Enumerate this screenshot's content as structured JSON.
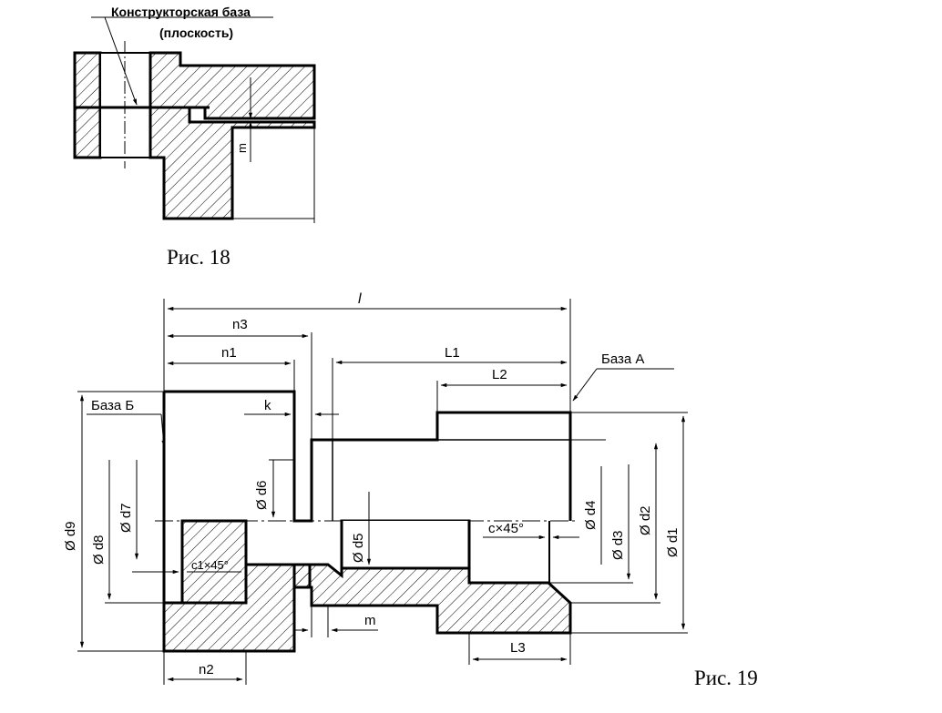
{
  "fig18": {
    "title_line1": "Конструкторская база",
    "title_line2": "(плоскость)",
    "dim_m": "m",
    "caption": "Рис. 18"
  },
  "fig19": {
    "caption": "Рис. 19",
    "base_a": "База А",
    "base_b": "База Б",
    "dims": {
      "l": "l",
      "n3": "n3",
      "n1": "n1",
      "n2": "n2",
      "L1": "L1",
      "L2": "L2",
      "L3": "L3",
      "k": "k",
      "m": "m",
      "d1": "Ø d1",
      "d2": "Ø d2",
      "d3": "Ø d3",
      "d4": "Ø d4",
      "d5": "Ø d5",
      "d6": "Ø d6",
      "d7": "Ø d7",
      "d8": "Ø d8",
      "d9": "Ø d9",
      "chamfer1": "c×45°",
      "chamfer2": "c1×45°"
    }
  }
}
